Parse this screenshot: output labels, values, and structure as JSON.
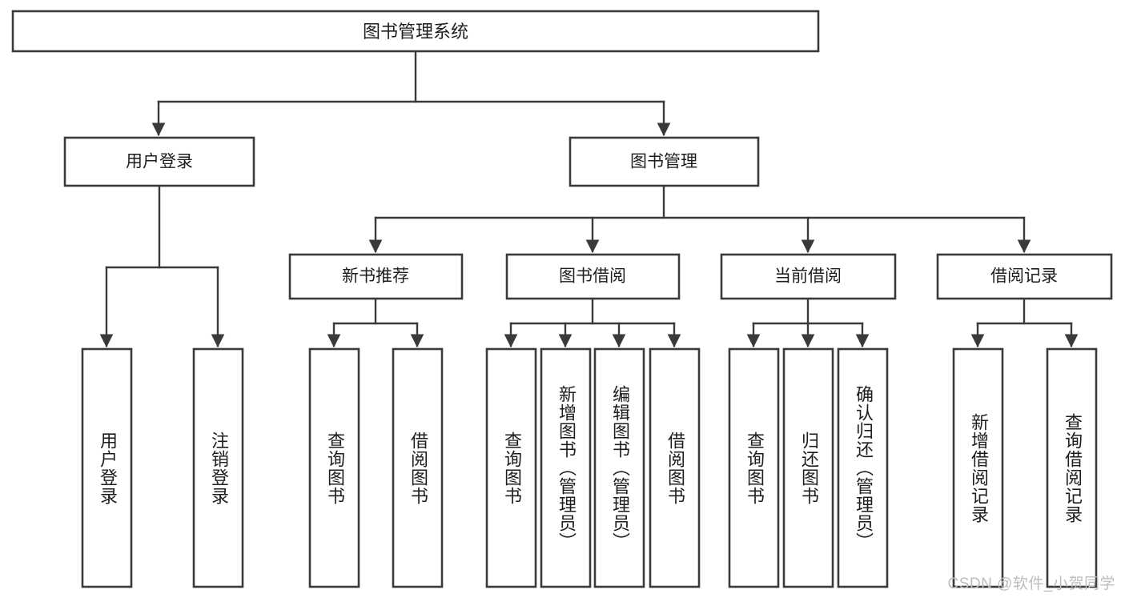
{
  "diagram": {
    "title": "图书管理系统",
    "type": "tree",
    "watermark": "CSDN @软件_小贺同学",
    "colors": {
      "stroke": "#3a3a3a",
      "fill": "#ffffff",
      "text": "#1d1d1d",
      "watermark": "#bdbdbd",
      "background": "#ffffff"
    },
    "levels": {
      "root": {
        "label": "图书管理系统"
      },
      "level2": [
        {
          "label": "用户登录"
        },
        {
          "label": "图书管理"
        }
      ],
      "level3": [
        {
          "label": "新书推荐"
        },
        {
          "label": "图书借阅"
        },
        {
          "label": "当前借阅"
        },
        {
          "label": "借阅记录"
        }
      ]
    },
    "nodes": {
      "root": "图书管理系统",
      "user_login": "用户登录",
      "book_manage": "图书管理",
      "new_book_recommend": "新书推荐",
      "book_borrow": "图书借阅",
      "current_borrow": "当前借阅",
      "borrow_record": "借阅记录"
    },
    "leaves": {
      "user_login": [
        "用户登录",
        "注销登录"
      ],
      "new_book_recommend": [
        "查询图书",
        "借阅图书"
      ],
      "book_borrow": [
        "查询图书",
        "新增图书（管理员）",
        "编辑图书（管理员）",
        "借阅图书"
      ],
      "current_borrow": [
        "查询图书",
        "归还图书",
        "确认归还（管理员）"
      ],
      "borrow_record": [
        "新增借阅记录",
        "查询借阅记录"
      ]
    }
  }
}
